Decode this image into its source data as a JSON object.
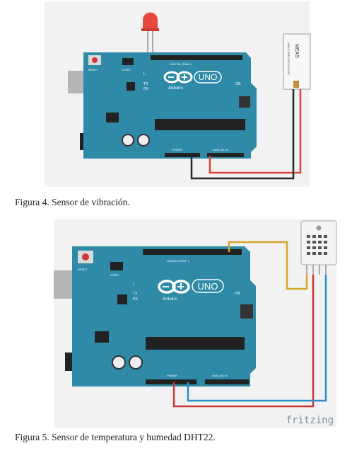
{
  "figure4": {
    "caption": "Figura 4. Sensor de vibración.",
    "board": {
      "model": "UNO",
      "brand": "Arduino",
      "reset_label": "RESET",
      "icsp_label": "ICSP2",
      "digital_header_label": "DIGITAL (PWM~)",
      "power_header_label": "POWER",
      "analog_header_label": "ANALOG IN",
      "tx_label": "TX",
      "rx_label": "RX",
      "l_label": "L",
      "on_label": "ON"
    },
    "sensor": {
      "label": "MEAS",
      "sublabel": "MEAS SPECIFICATIONS"
    },
    "colors": {
      "board": "#2e8aa6",
      "wire_red": "#d9453a",
      "wire_black": "#262626",
      "led": "#e8473c"
    }
  },
  "figure5": {
    "caption": "Figura 5. Sensor de temperatura y humedad DHT22.",
    "watermark": "fritzing",
    "board": {
      "model": "UNO",
      "brand": "Arduino",
      "reset_label": "RESET",
      "icsp_label": "ICSP2",
      "digital_header_label": "DIGITAL (PWM~)",
      "power_header_label": "POWER",
      "analog_header_label": "ANALOG IN",
      "tx_label": "TX",
      "rx_label": "RX",
      "l_label": "L",
      "on_label": "ON"
    },
    "colors": {
      "board": "#2e8aa6",
      "wire_red": "#c73a36",
      "wire_blue": "#2b8ec9",
      "wire_yellow": "#d6a62a",
      "sensor": "#f4f4f4"
    }
  }
}
